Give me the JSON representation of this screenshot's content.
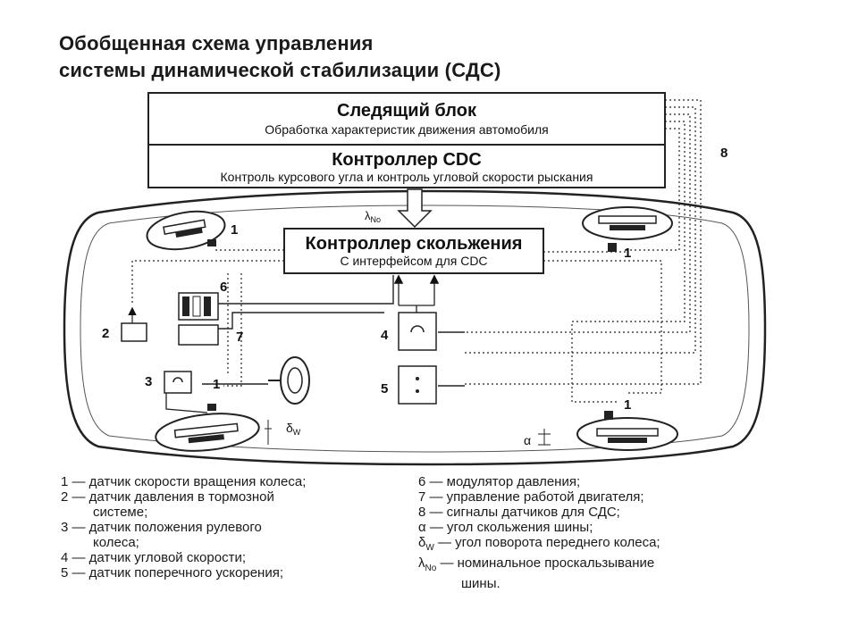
{
  "title": {
    "line1": "Обобщенная схема управления",
    "line2": "системы динамической стабилизации (СДС)"
  },
  "tracking_block": {
    "title": "Следящий блок",
    "subtitle": "Обработка характеристик движения автомобиля"
  },
  "cdc_controller": {
    "title": "Контроллер CDC",
    "subtitle": "Контроль курсового угла и контроль угловой скорости рыскания"
  },
  "slip_controller": {
    "title": "Контроллер скольжения",
    "subtitle": "С интерфейсом для CDC"
  },
  "symbols": {
    "lambda": "λ",
    "lambda_sub": "No",
    "delta": "δ",
    "delta_sub": "W",
    "alpha": "α"
  },
  "callouts": {
    "n1": "1",
    "n2": "2",
    "n3": "3",
    "n4": "4",
    "n5": "5",
    "n6": "6",
    "n7": "7",
    "n8": "8"
  },
  "legend": {
    "left": [
      "1 — датчик скорости вращения колеса;",
      "2 — датчик давления в тормозной",
      "системе;",
      "3 — датчик положения рулевого",
      "колеса;",
      "4 — датчик угловой скорости;",
      "5 — датчик поперечного ускорения;"
    ],
    "right": [
      "6 — модулятор давления;",
      "7 — управление работой двигателя;",
      "8 — сигналы датчиков для СДС;",
      "α — угол скольжения шины;",
      "— угол поворота переднего колеса;",
      "— номинальное проскальзывание",
      "шины."
    ]
  }
}
